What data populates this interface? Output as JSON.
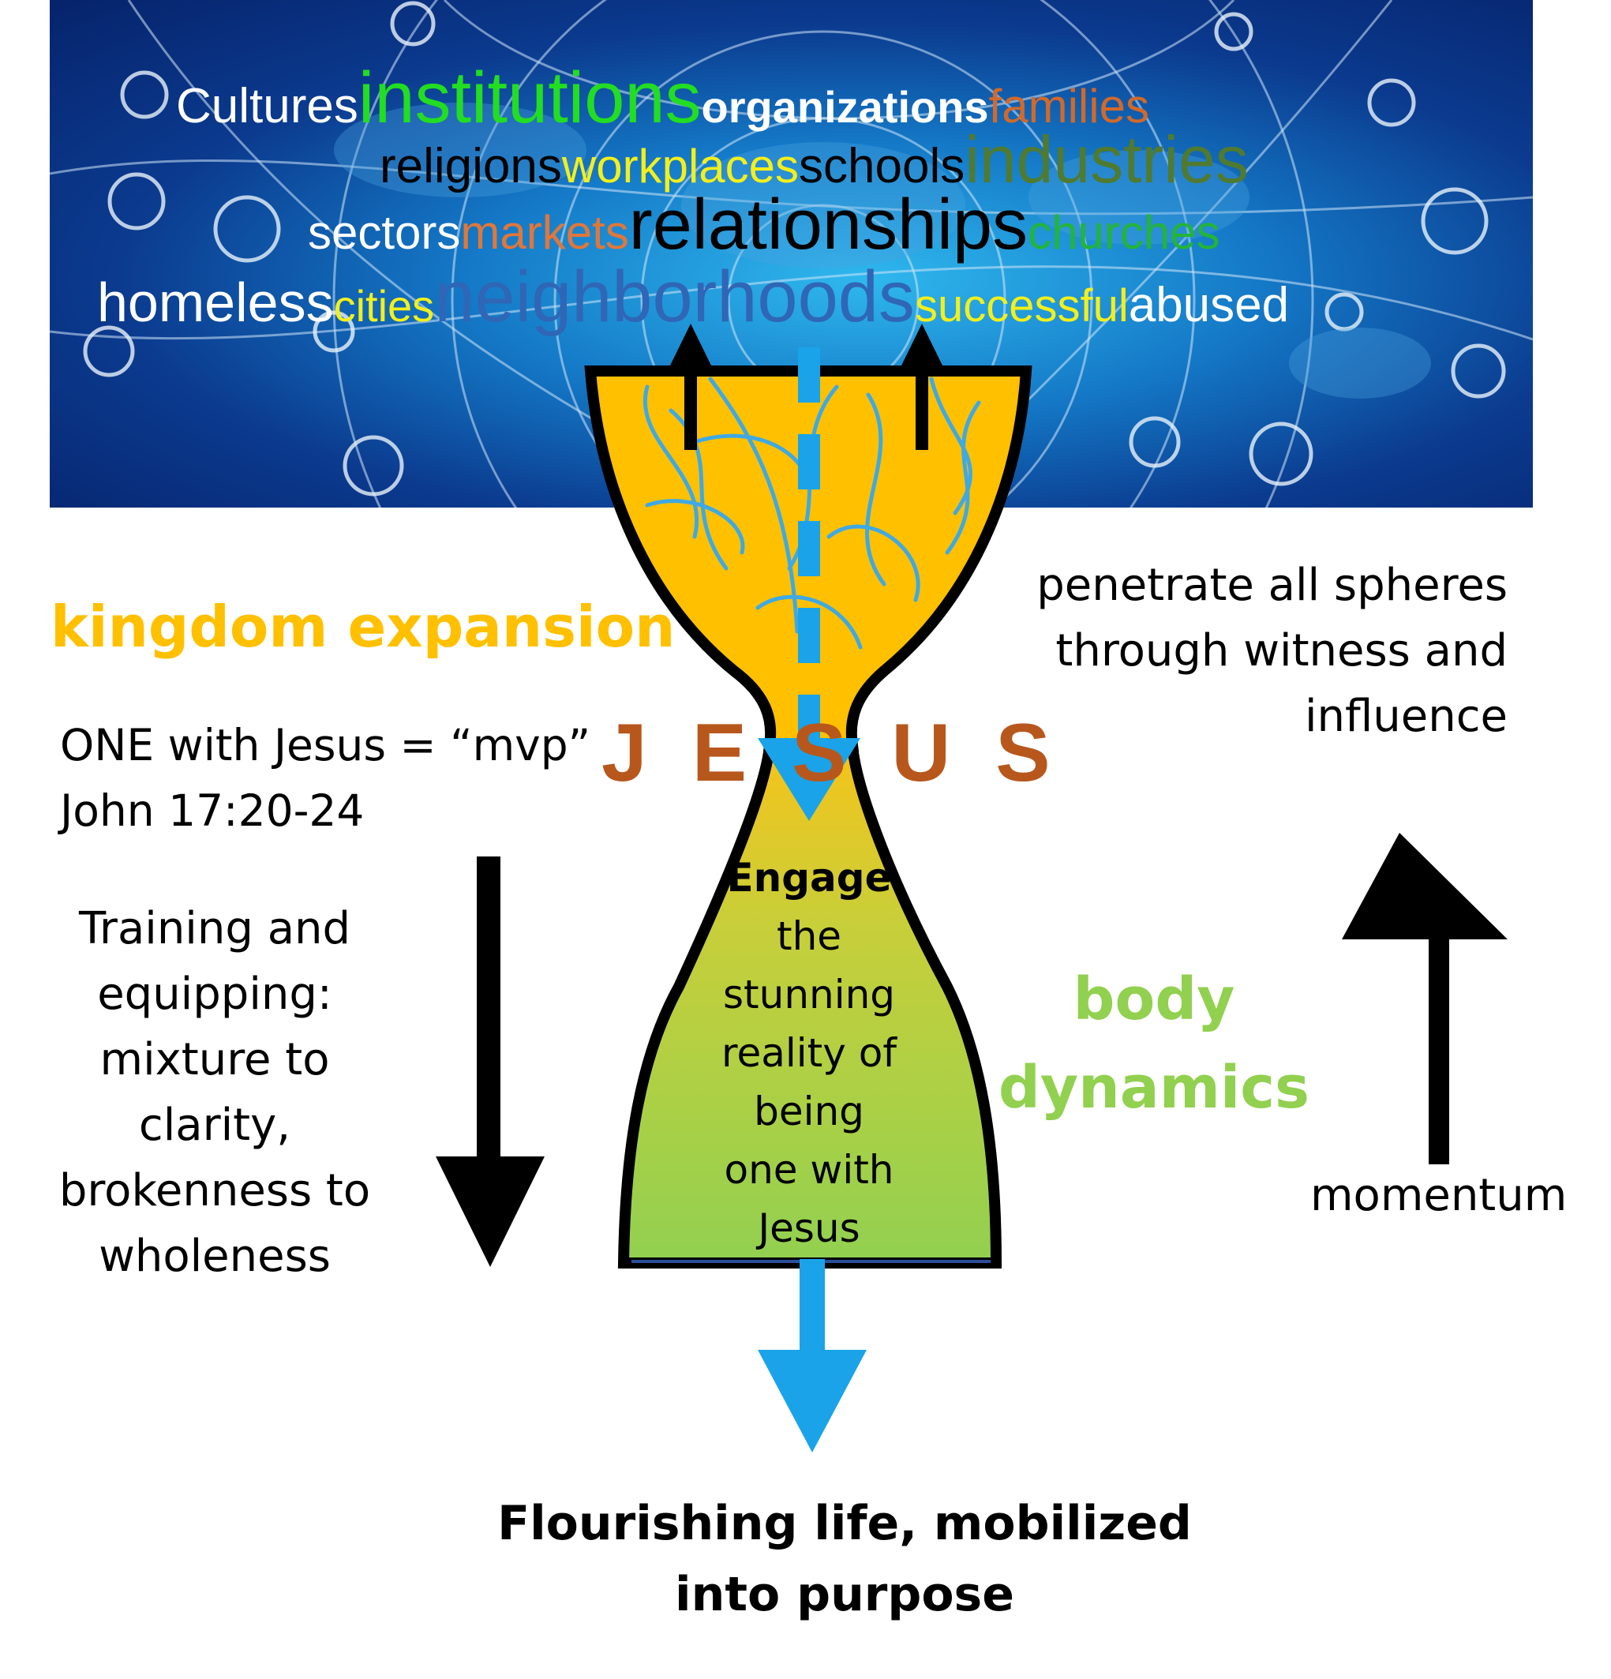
{
  "word_cloud": {
    "row1": [
      {
        "text": "Cultures",
        "color": "#ffffff"
      },
      {
        "text": "institutions",
        "color": "#22dd22"
      },
      {
        "text": "organizations",
        "color": "#ffffff"
      },
      {
        "text": "families",
        "color": "#d2692a"
      }
    ],
    "row2": [
      {
        "text": "religions",
        "color": "#000000"
      },
      {
        "text": "workplaces",
        "color": "#f2ef1c"
      },
      {
        "text": "schools",
        "color": "#000000"
      },
      {
        "text": "industries",
        "color": "#4f7a30"
      }
    ],
    "row3": [
      {
        "text": "sectors",
        "color": "#ffffff"
      },
      {
        "text": "markets",
        "color": "#e0773a"
      },
      {
        "text": "relationships",
        "color": "#000000"
      },
      {
        "text": "churches",
        "color": "#23b43a"
      }
    ],
    "row4": [
      {
        "text": "homeless",
        "color": "#ffffff"
      },
      {
        "text": "cities",
        "color": "#f2ef1c"
      },
      {
        "text": "neighborhoods",
        "color": "#2f66b6"
      },
      {
        "text": "successful",
        "color": "#f2ef1c"
      },
      {
        "text": "abused",
        "color": "#ffffff"
      }
    ]
  },
  "labels": {
    "kingdom_expansion": "kingdom expansion",
    "one_with_jesus_1": "ONE with Jesus = “mvp”",
    "one_with_jesus_2": "John 17:20-24",
    "jesus": "J E S U S",
    "penetrate": [
      "penetrate all spheres",
      "through witness and",
      "influence"
    ],
    "training": [
      "Training and",
      "equipping:",
      "mixture to",
      "clarity,",
      "brokenness to",
      "wholeness"
    ],
    "engage_bold": "Engage",
    "engage_rest": [
      "the",
      "stunning",
      "reality of",
      "being",
      "one with",
      "Jesus"
    ],
    "body_dynamics": [
      "body",
      "dynamics"
    ],
    "momentum": "momentum",
    "flourishing": [
      "Flourishing life, mobilized",
      "into purpose"
    ]
  },
  "colors": {
    "orange_label": "#ffc000",
    "green_label": "#92d050",
    "jesus": "#b8571c",
    "funnel_top": "#ffc000",
    "funnel_bottom": "#92d050",
    "arrow_blue": "#1aa3e8"
  }
}
